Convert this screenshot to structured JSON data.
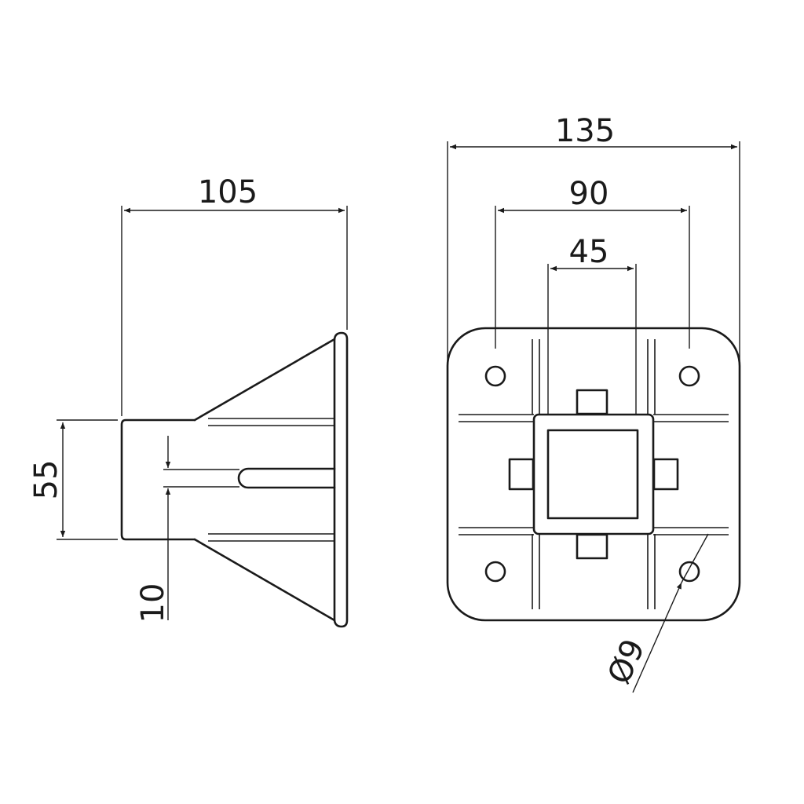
{
  "dimensions": {
    "side_width": "105",
    "side_height": "55",
    "slot_width": "10",
    "plate_width": "135",
    "hole_spacing": "90",
    "tube_width": "45",
    "hole_diameter": "Ø9"
  },
  "colors": {
    "line": "#1a1a1a",
    "background": "#ffffff"
  }
}
